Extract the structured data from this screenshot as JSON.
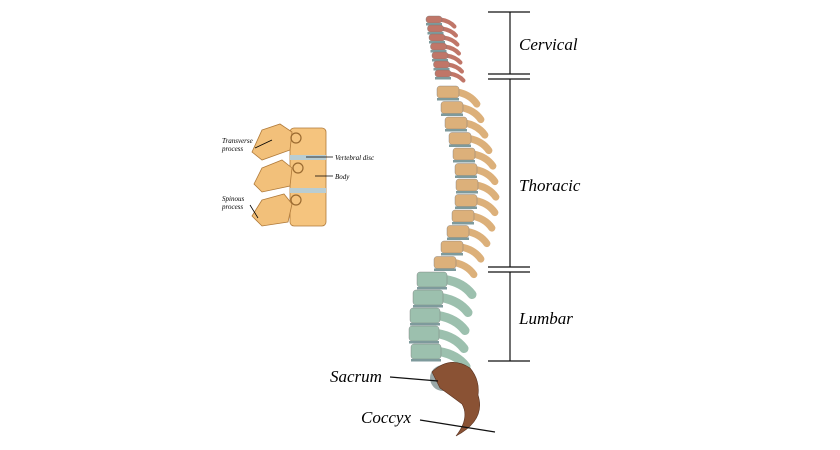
{
  "regions": {
    "cervical": "Cervical",
    "thoracic": "Thoracic",
    "lumbar": "Lumbar",
    "sacrum": "Sacrum",
    "coccyx": "Coccyx"
  },
  "detail": {
    "transverse_1": "Transverse",
    "transverse_2": "process",
    "spinous_1": "Spinous",
    "spinous_2": "process",
    "disc": "Vertebral disc",
    "body": "Body"
  },
  "colors": {
    "cervical": "#c07668",
    "thoracic": "#dcb07a",
    "lumbar": "#9cc0ae",
    "sacrum": "#8a5234",
    "disc": "#7e9a9c",
    "bone": "#f2c07a"
  }
}
